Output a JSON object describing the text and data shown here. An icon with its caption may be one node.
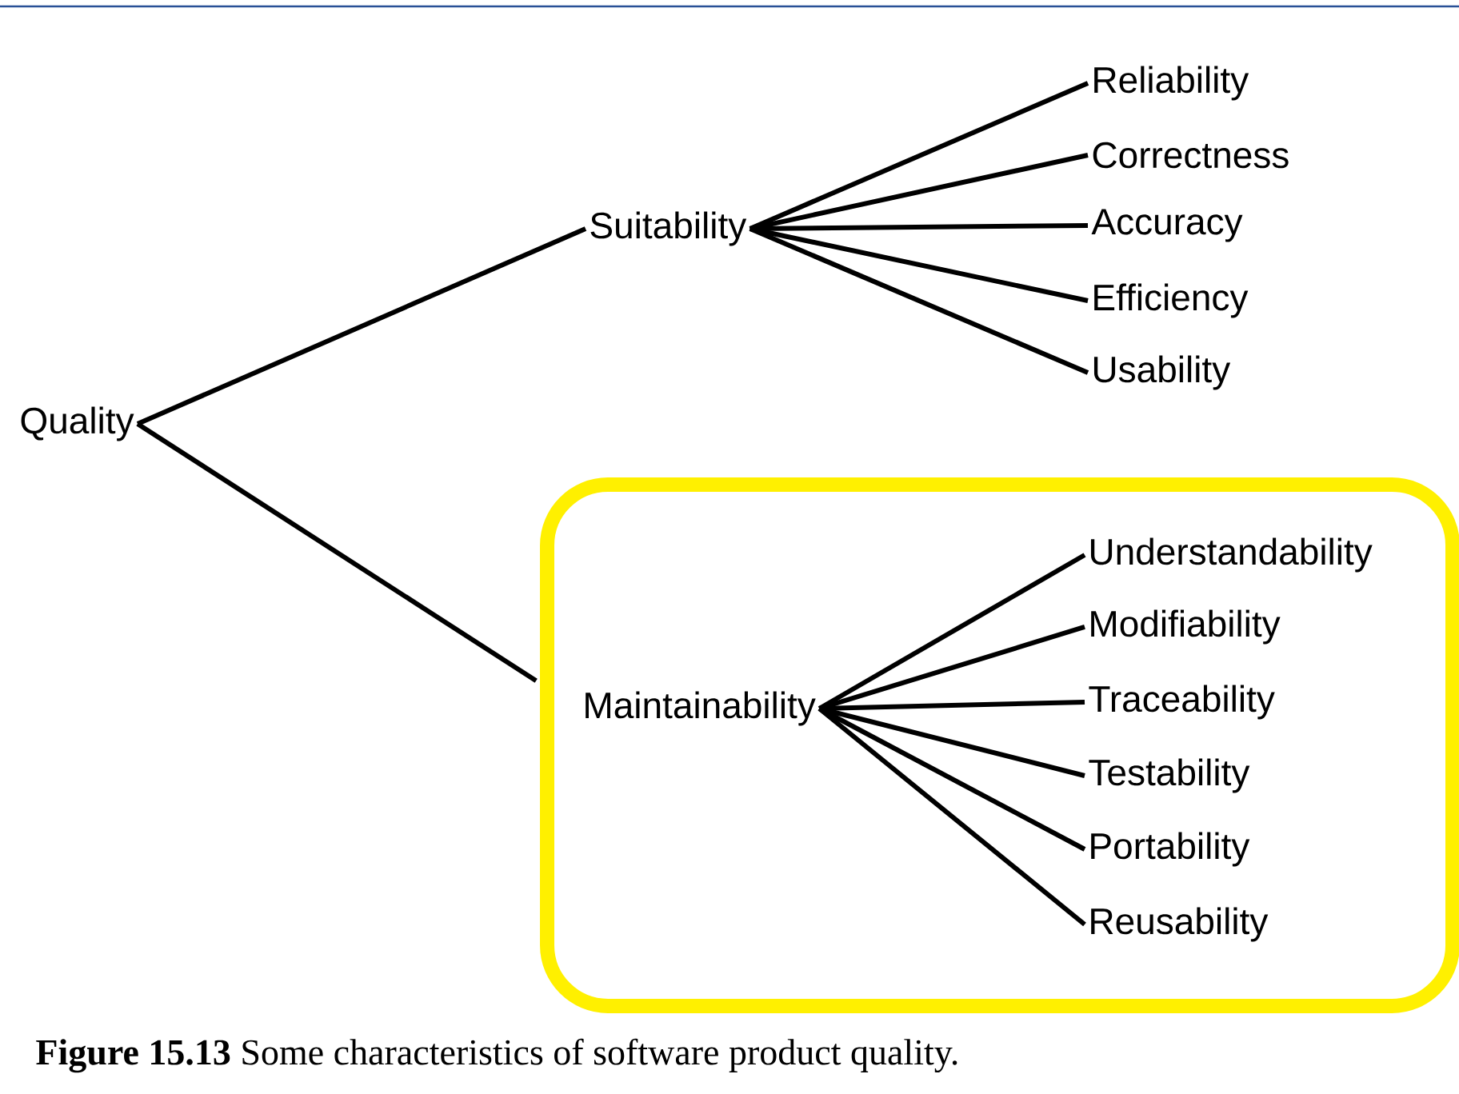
{
  "diagram": {
    "caption": "**Figure 15.13**    Some characteristics of software product quality.",
    "nodes": [
      {
        "text": [
          "Quality"
        ]
      },
      {
        "text": [
          "Suitability"
        ]
      },
      {
        "text": [
          "Reliability"
        ]
      },
      {
        "text": [
          "Correctness"
        ]
      },
      {
        "text": [
          "Accuracy"
        ]
      },
      {
        "text": [
          "Efficiency"
        ]
      },
      {
        "text": [
          "Usability"
        ]
      },
      {
        "text": [],
        "shape": "box"
      },
      {
        "text": [
          "Maintainability"
        ],
        "in": 7
      },
      {
        "text": [
          "Understandability"
        ],
        "in": 7
      },
      {
        "text": [
          "Modifiability"
        ],
        "in": 7
      },
      {
        "text": [
          "Traceability"
        ],
        "in": 7
      },
      {
        "text": [
          "Testability"
        ],
        "in": 7
      },
      {
        "text": [
          "Portability"
        ],
        "in": 7
      },
      {
        "text": [
          "Reusability"
        ],
        "in": 7
      }
    ],
    "edges": [
      {
        "from": 0,
        "to": 1,
        "arrow": "none"
      },
      {
        "from": 0,
        "to": 8,
        "arrow": "none"
      },
      {
        "from": 1,
        "to": 2,
        "arrow": "none"
      },
      {
        "from": 1,
        "to": 3,
        "arrow": "none"
      },
      {
        "from": 1,
        "to": 4,
        "arrow": "none"
      },
      {
        "from": 1,
        "to": 5,
        "arrow": "none"
      },
      {
        "from": 1,
        "to": 6,
        "arrow": "none"
      },
      {
        "from": 8,
        "to": 9,
        "arrow": "none"
      },
      {
        "from": 8,
        "to": 10,
        "arrow": "none"
      },
      {
        "from": 8,
        "to": 11,
        "arrow": "none"
      },
      {
        "from": 8,
        "to": 12,
        "arrow": "none"
      },
      {
        "from": 8,
        "to": 13,
        "arrow": "none"
      },
      {
        "from": 8,
        "to": 14,
        "arrow": "none"
      }
    ]
  }
}
